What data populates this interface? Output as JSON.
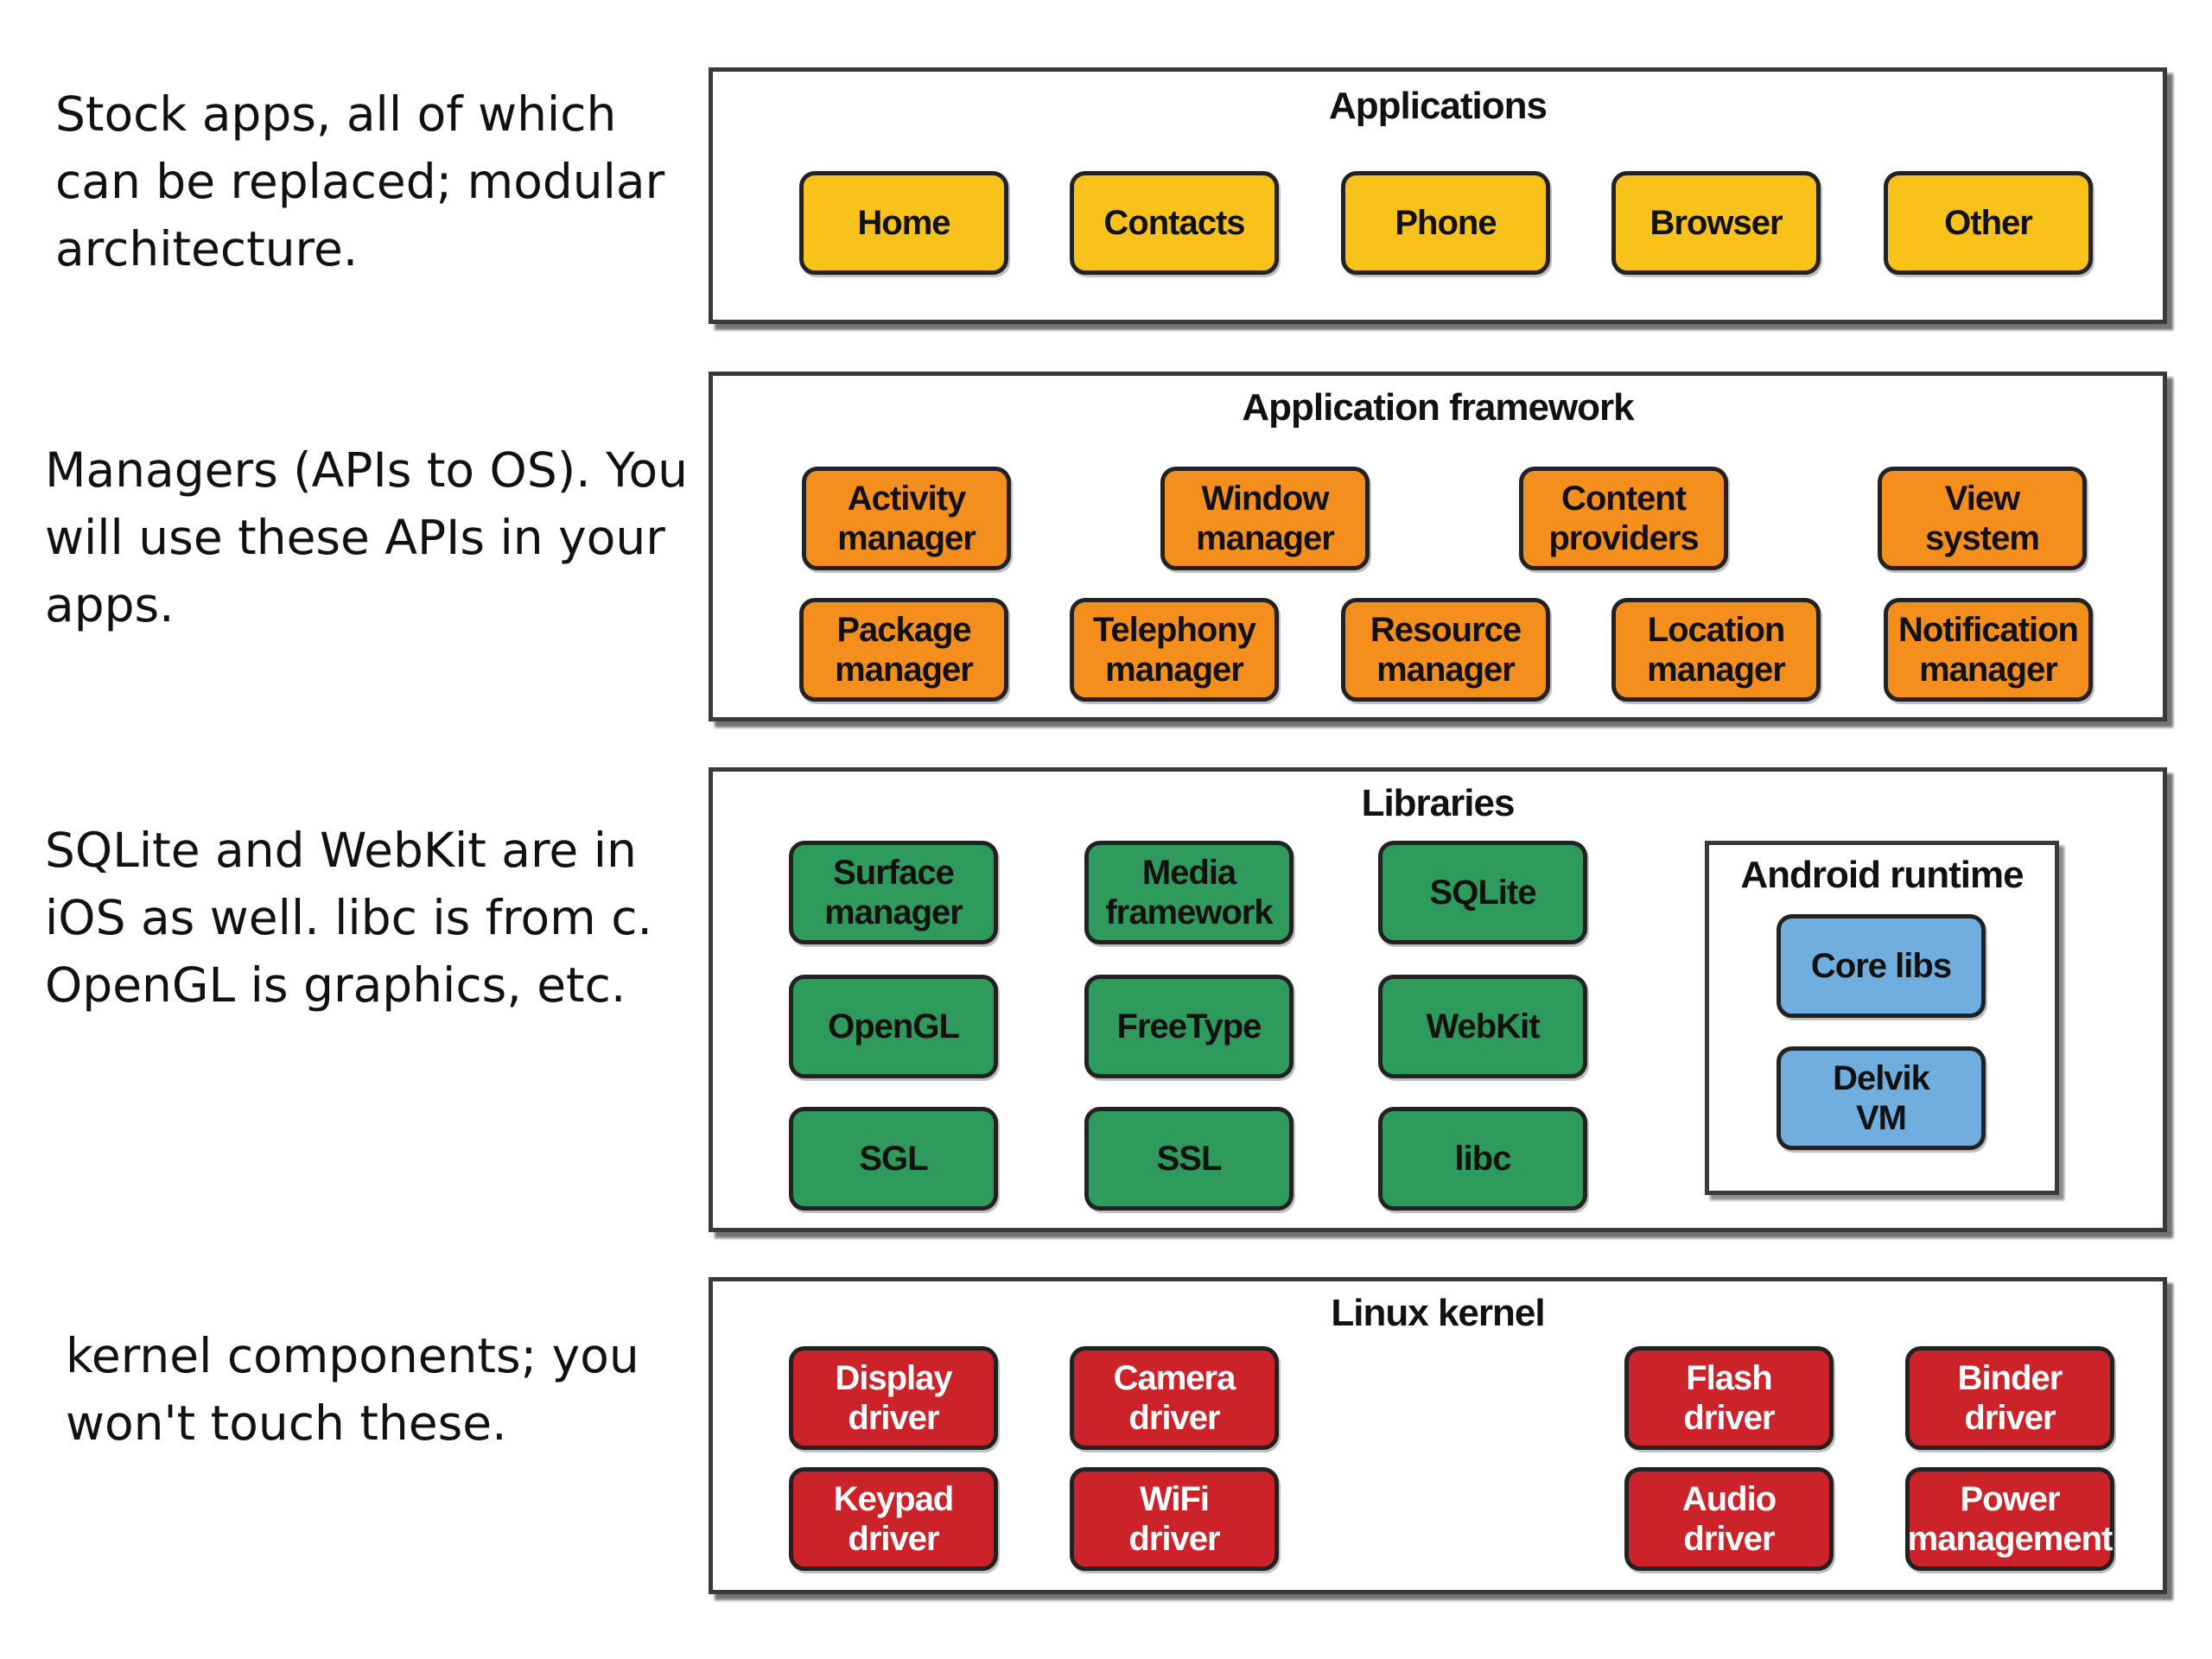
{
  "colors": {
    "applications": "#f9c21a",
    "framework": "#f48f1e",
    "libraries": "#2e9a5c",
    "runtime": "#6faedf",
    "kernel": "#cc2229",
    "kernel_text": "#ffffff",
    "border": "#222222"
  },
  "notes": {
    "applications": "Stock apps, all of which\ncan be replaced; modular\narchitecture.",
    "framework": "Managers (APIs to OS). You\nwill use these APIs in your\napps.",
    "libraries": "SQLite and WebKit are in\niOS as well. libc is from c.\nOpenGL is graphics, etc.",
    "kernel": "kernel components; you\nwon't touch these."
  },
  "applications": {
    "title": "Applications",
    "items": [
      "Home",
      "Contacts",
      "Phone",
      "Browser",
      "Other"
    ]
  },
  "framework": {
    "title": "Application framework",
    "items": [
      "Activity\nmanager",
      "Window\nmanager",
      "Content\nproviders",
      "View\nsystem",
      "Package\nmanager",
      "Telephony\nmanager",
      "Resource\nmanager",
      "Location\nmanager",
      "Notification\nmanager"
    ]
  },
  "libraries": {
    "title": "Libraries",
    "items": [
      "Surface\nmanager",
      "Media\nframework",
      "SQLite",
      "OpenGL",
      "FreeType",
      "WebKit",
      "SGL",
      "SSL",
      "libc"
    ],
    "runtime": {
      "title": "Android runtime",
      "items": [
        "Core libs",
        "Delvik\nVM"
      ]
    }
  },
  "kernel": {
    "title": "Linux kernel",
    "items": [
      "Display\ndriver",
      "Camera\ndriver",
      "Flash\ndriver",
      "Binder\ndriver",
      "Keypad\ndriver",
      "WiFi\ndriver",
      "Audio\ndriver",
      "Power\nmanagement"
    ]
  }
}
